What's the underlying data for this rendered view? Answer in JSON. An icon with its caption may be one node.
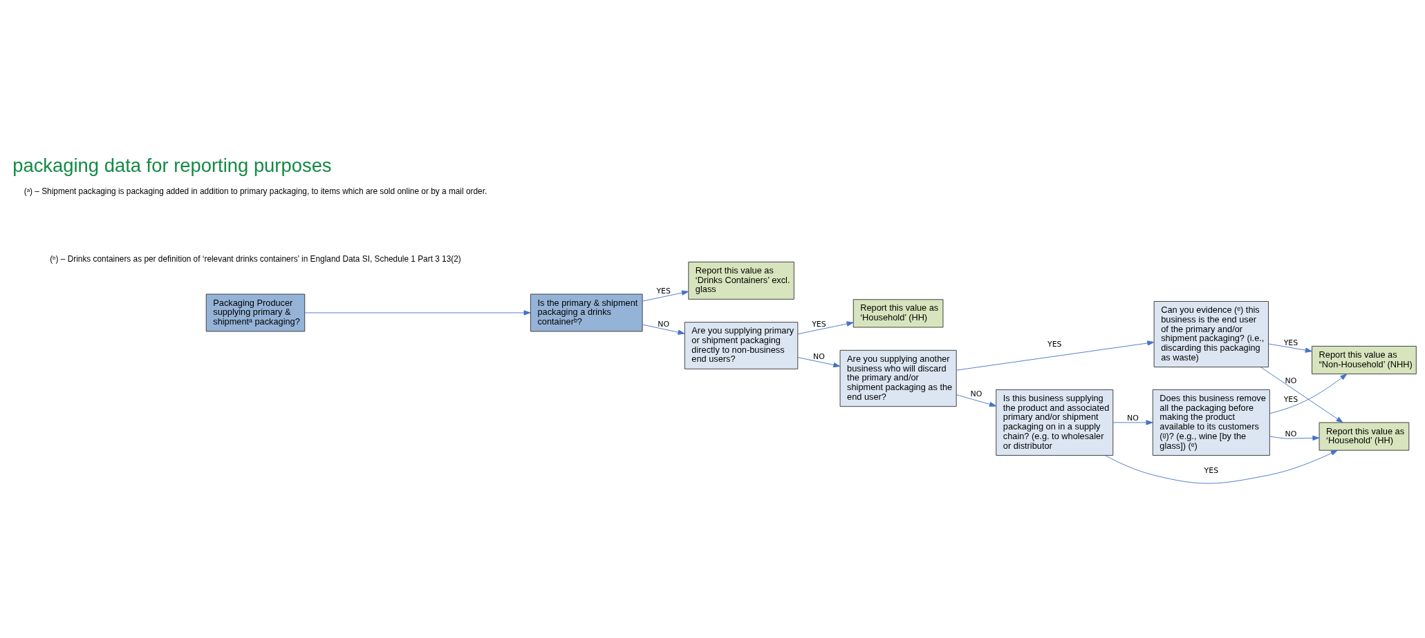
{
  "diagram": {
    "title": "packaging data for reporting purposes",
    "nodes": [
      {
        "text": [
          "Packaging Producer supplying primary & shipmentᵃ packaging?"
        ]
      },
      {
        "text": [
          "Is the primary & shipment packaging a drinks containerᵇ?"
        ]
      },
      {
        "text": [
          "Report this value as ‘Drinks Containers’ excl. glass"
        ]
      },
      {
        "text": [
          "Are you supplying primary or shipment packaging directly to non-business end users?"
        ]
      },
      {
        "text": [
          "Report this value as ‘Household’ (HH)"
        ]
      },
      {
        "text": [
          "Are you supplying another business who will discard the primary and/or shipment packaging as the end user?"
        ]
      },
      {
        "text": [
          "Can you evidence (ᵉ) this business is the end user of the primary and/or shipment packaging? (i.e., discarding this packaging as waste)"
        ]
      },
      {
        "text": [
          "Report this value as “Non-Household’ (NHH)"
        ]
      },
      {
        "text": [
          "Report this value as ‘Household’ (HH)"
        ]
      },
      {
        "text": [
          "Is this business supplying the product and associated primary and/or shipment packaging on in a supply chain? (e.g. to wholesaler or distributor"
        ]
      },
      {
        "text": [
          "Does this business remove all the packaging before making the product available to its customers (ᵍ)? (e.g., wine [by the glass]) (ᵉ)"
        ]
      }
    ],
    "edges": [
      {
        "from": 0,
        "to": 1,
        "arrow": "to"
      },
      {
        "from": 1,
        "to": 3,
        "arrow": "to",
        "label": "NO"
      },
      {
        "from": 1,
        "to": 2,
        "arrow": "to",
        "label": "YES"
      },
      {
        "from": 3,
        "to": 5,
        "arrow": "to",
        "label": "NO"
      },
      {
        "from": 3,
        "to": 4,
        "arrow": "to",
        "label": "YES"
      },
      {
        "from": 5,
        "to": 6,
        "arrow": "to",
        "label": "YES"
      },
      {
        "from": 5,
        "to": 9,
        "arrow": "to",
        "label": "NO"
      },
      {
        "from": 6,
        "to": 7,
        "arrow": "to",
        "label": "YES"
      },
      {
        "from": 6,
        "to": 8,
        "arrow": "to",
        "label": "NO"
      },
      {
        "from": 9,
        "to": 8,
        "arrow": "to",
        "label": "YES"
      },
      {
        "from": 9,
        "to": 10,
        "arrow": "to",
        "label": "NO"
      },
      {
        "from": 10,
        "to": 7,
        "arrow": "to",
        "label": "YES"
      },
      {
        "from": 10,
        "to": 8,
        "arrow": "to",
        "label": "NO"
      }
    ],
    "labels": [
      "(ᵃ) – Shipment packaging is packaging added in addition to primary packaging, to items which are sold online or by a mail order.",
      "(ᵇ) – Drinks containers as per definition of ‘relevant drinks containers’ in England Data SI, Schedule 1 Part 3 13(2)"
    ]
  }
}
